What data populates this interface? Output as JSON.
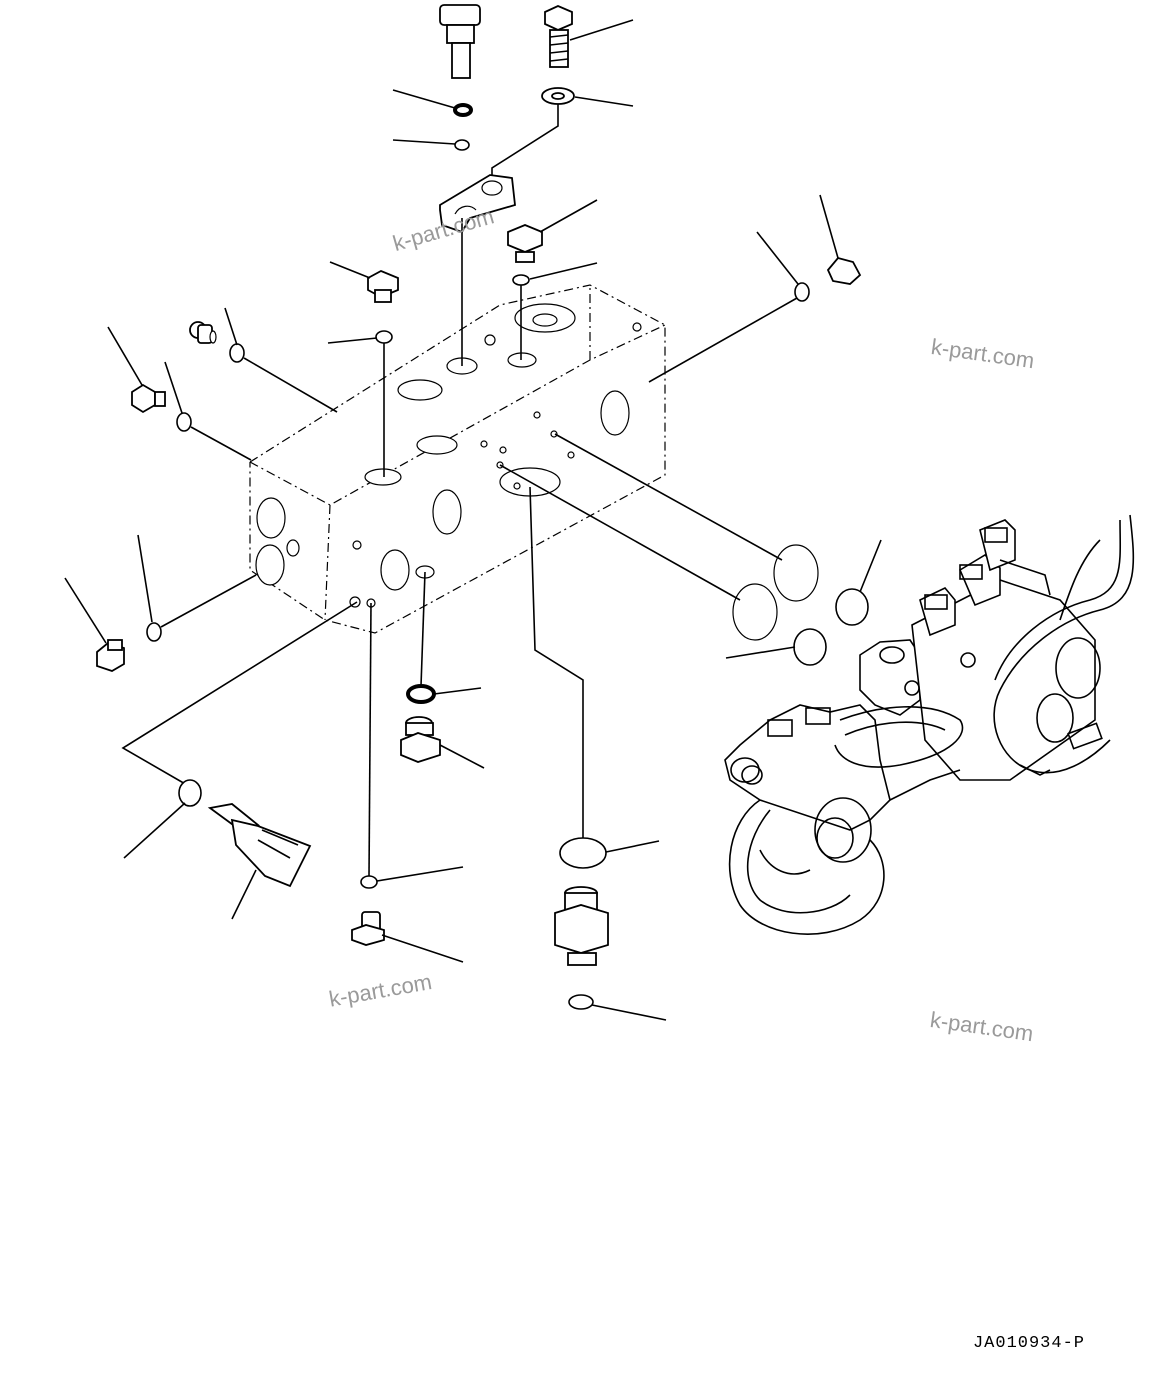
{
  "drawing": {
    "code": "JA010934-P",
    "watermarks": [
      "k-part.com",
      "k-part.com",
      "k-part.com",
      "k-part.com"
    ]
  }
}
